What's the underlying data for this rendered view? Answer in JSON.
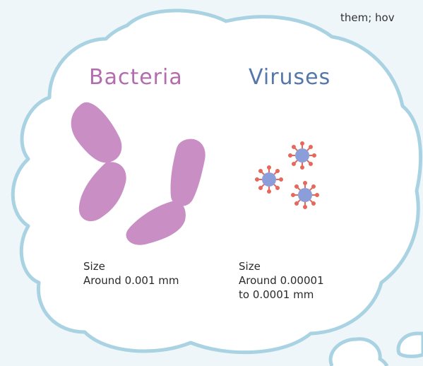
{
  "top_text": "them; hov",
  "bacteria": {
    "title": "Bacteria",
    "size_label": "Size",
    "size_value": "Around 0.001 mm"
  },
  "viruses": {
    "title": "Viruses",
    "size_label": "Size",
    "size_value_line1": "Around 0.00001",
    "size_value_line2": "to 0.0001 mm"
  },
  "colors": {
    "background": "#eef6f9",
    "bubble_outline": "#a9d3e2",
    "bacteria": "#c98fc5",
    "bacteria_title": "#b36cae",
    "virus_body": "#8c9ed9",
    "virus_spikes": "#e8675c",
    "virus_title": "#5577aa"
  }
}
